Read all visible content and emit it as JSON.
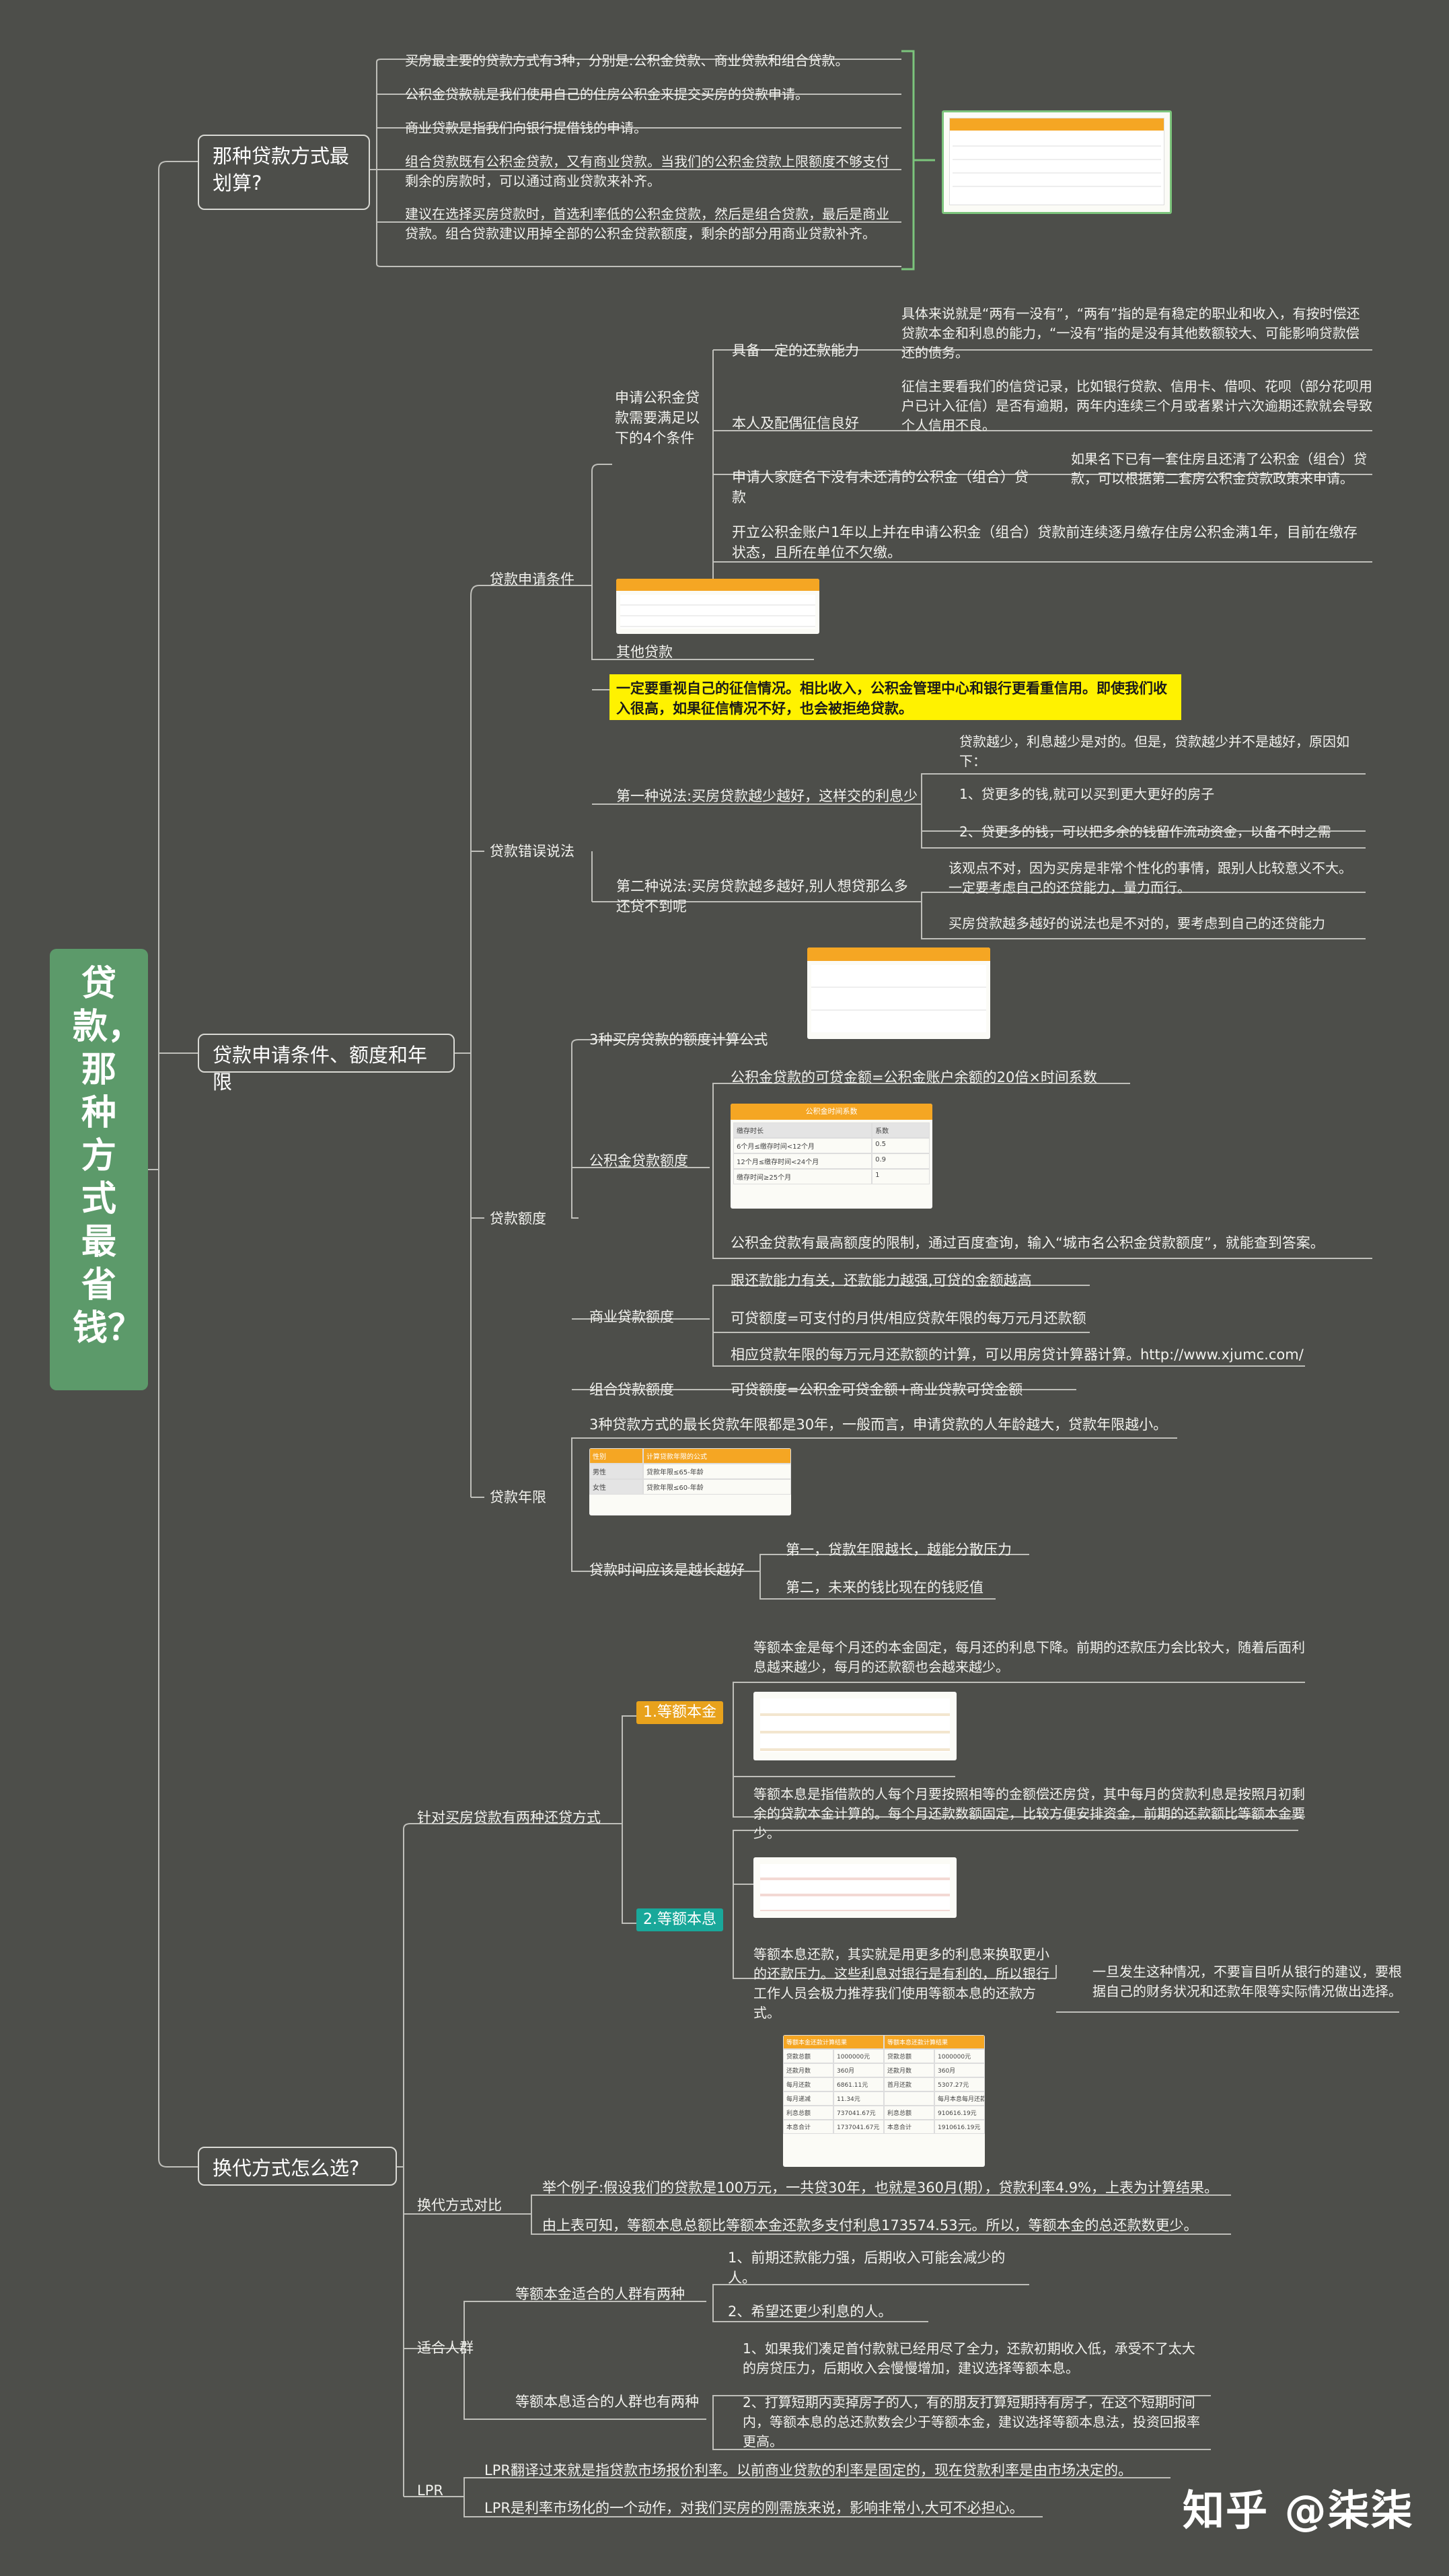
{
  "root": {
    "title": "贷款，那种方式最省钱？"
  },
  "b1": {
    "label": "那种贷款方式最划算?",
    "items": [
      "买房最主要的贷款方式有3种，分别是:公积金贷款、商业贷款和组合贷款。",
      "公积金贷款就是我们使用自己的住房公积金来提交买房的贷款申请。",
      "商业贷款是指我们向银行提借钱的申请。",
      "组合贷款既有公积金贷款，又有商业贷款。当我们的公积金贷款上限额度不够支付剩余的房款时，可以通过商业贷款来补齐。",
      "建议在选择买房贷款时，首选利率低的公积金贷款，然后是组合贷款，最后是商业贷款。组合贷款建议用掉全部的公积金贷款额度，剩余的部分用商业贷款补齐。"
    ]
  },
  "b2": {
    "label": "贷款申请条件、额度和年限",
    "cond": {
      "label": "贷款申请条件",
      "gjj": "申请公积金贷款需要满足以下的4个条件",
      "c1": "具备一定的还款能力",
      "c1d": "具体来说就是“两有一没有”，“两有”指的是有稳定的职业和收入，有按时偿还贷款本金和利息的能力，“一没有”指的是没有其他数额较大、可能影响贷款偿还的债务。",
      "c2": "本人及配偶征信良好",
      "c2d": "征信主要看我们的信贷记录，比如银行贷款、信用卡、借呗、花呗（部分花呗用户已计入征信）是否有逾期，两年内连续三个月或者累计六次逾期还款就会导致个人信用不良。",
      "c3": "申请人家庭名下没有未还清的公积金（组合）贷款",
      "c3d": "如果名下已有一套住房且还清了公积金（组合）贷款，可以根据第二套房公积金贷款政策来申请。",
      "c4": "开立公积金账户1年以上并在申请公积金（组合）贷款前连续逐月缴存住房公积金满1年，目前在缴存状态，且所在单位不欠缴。",
      "other": "其他贷款",
      "warn": "一定要重视自己的征信情况。相比收入，公积金管理中心和银行更看重信用。即使我们收入很高，如果征信情况不好，也会被拒绝贷款。"
    },
    "myth": {
      "label": "贷款错误说法",
      "m1": "第一种说法:买房贷款越少越好，这样交的利息少",
      "m1a": "贷款越少，利息越少是对的。但是，贷款越少并不是越好，原因如下：",
      "m1b": "1、贷更多的钱,就可以买到更大更好的房子",
      "m1c": "2、贷更多的钱，可以把多余的钱留作流动资金，以备不时之需",
      "m2": "第二种说法:买房贷款越多越好,别人想贷那么多还贷不到呢",
      "m2a": "该观点不对，因为买房是非常个性化的事情，跟别人比较意义不大。一定要考虑自己的还贷能力，量力而行。",
      "m2b": "买房贷款越多越好的说法也是不对的，要考虑到自己的还贷能力"
    },
    "quota": {
      "label": "贷款额度",
      "f": "3种买房贷款的额度计算公式",
      "gjj": "公积金贷款额度",
      "g1": "公积金贷款的可贷金额=公积金账户余额的20倍×时间系数",
      "g2": "公积金贷款有最高额度的限制，通过百度查询，输入“城市名公积金贷款额度”，就能查到答案。",
      "sy": "商业贷款额度",
      "s1": "跟还款能力有关，还款能力越强,可贷的金额越高",
      "s2": "可贷额度=可支付的月供/相应贷款年限的每万元月还款额",
      "s3": "相应贷款年限的每万元月还款额的计算，可以用房贷计算器计算。http://www.xjumc.com/",
      "zh": "组合贷款额度",
      "z1": "可贷额度=公积金可贷金额+商业贷款可贷金额"
    },
    "years": {
      "label": "贷款年限",
      "y1": "3种贷款方式的最长贷款年限都是30年，一般而言，申请贷款的人年龄越大，贷款年限越小。",
      "y2": "贷款时间应该是越长越好",
      "y2a": "第一，贷款年限越长，越能分散压力",
      "y2b": "第二，未来的钱比现在的钱贬值"
    }
  },
  "b3": {
    "label": "换代方式怎么选?",
    "two": "针对买房贷款有两种还贷方式",
    "bj": "1.等额本金",
    "bjd": "等额本金是每个月还的本金固定，每月还的利息下降。前期的还款压力会比较大，随着后面利息越来越少，每月的还款额也会越来越少。",
    "bx": "2.等额本息",
    "bxd": "等额本息是指借款的人每个月要按照相等的金额偿还房贷，其中每月的贷款利息是按照月初剩余的贷款本金计算的。每个月还款数额固定，比较方便安排资金，前期的还款额比等额本金要少。",
    "bxd2": "等额本息还款，其实就是用更多的利息来换取更小的还款压力。这些利息对银行是有利的，所以银行工作人员会极力推荐我们使用等额本息的还款方式。",
    "bxd3": "一旦发生这种情况，不要盲目听从银行的建议，要根据自己的财务状况和还款年限等实际情况做出选择。",
    "cmp": "换代方式对比",
    "cmp1": "举个例子:假设我们的贷款是100万元，一共贷30年，也就是360月(期），贷款利率4.9%，上表为计算结果。",
    "cmp2": "由上表可知，等额本息总额比等额本金还款多支付利息173574.53元。所以，等额本金的总还款数更少。",
    "fit": "适合人群",
    "f1": "等额本金适合的人群有两种",
    "f1a": "1、前期还款能力强，后期收入可能会减少的人。",
    "f1b": "2、希望还更少利息的人。",
    "f2": "等额本息适合的人群也有两种",
    "f2a": "1、如果我们凑足首付款就已经用尽了全力，还款初期收入低，承受不了太大的房贷压力，后期收入会慢慢增加，建议选择等额本息。",
    "f2b": "2、打算短期内卖掉房子的人，有的朋友打算短期持有房子，在这个短期时间内，等额本息的总还款数会少于等额本金，建议选择等额本息法，投资回报率更高。",
    "lpr": "LPR",
    "l1": "LPR翻译过来就是指贷款市场报价利率。以前商业贷款的利率是固定的，现在贷款利率是由市场决定的。",
    "l2": "LPR是利率市场化的一个动作，对我们买房的刚需族来说，影响非常小,大可不必担心。"
  },
  "tables": {
    "coef_title": "公积金时间系数",
    "coef_head": [
      "缴存时长",
      "系数"
    ],
    "coef_rows": [
      [
        "6个月≤缴存时间<12个月",
        "0.5"
      ],
      [
        "12个月≤缴存时间<24个月",
        "0.9"
      ],
      [
        "缴存时间≥25个月",
        "1"
      ]
    ],
    "age_head": [
      "性别",
      "计算贷款年限的公式"
    ],
    "age_rows": [
      [
        "男性",
        "贷款年限≤65-年龄"
      ],
      [
        "女性",
        "贷款年限≤60-年龄"
      ]
    ],
    "cmp_head": [
      "等额本金还款计算结果",
      "等额本息还款计算结果"
    ],
    "cmp_rows": [
      [
        "贷款总额",
        "1000000元",
        "贷款总额",
        "1000000元"
      ],
      [
        "还款月数",
        "360月",
        "还款月数",
        "360月"
      ],
      [
        "每月还款",
        "6861.11元",
        "首月还款",
        "5307.27元"
      ],
      [
        "每月递减",
        "11.34元",
        "",
        "每月本息每月还款额相同"
      ],
      [
        "利息总额",
        "737041.67元",
        "利息总额",
        "910616.19元"
      ],
      [
        "本息合计",
        "1737041.67元",
        "本息合计",
        "1910616.19元"
      ]
    ]
  },
  "watermark": "知乎 @柒柒"
}
